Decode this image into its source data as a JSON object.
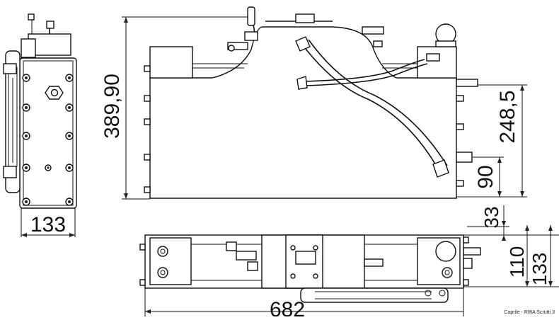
{
  "dimensions": {
    "height_total": "389,90",
    "height_right": "248,5",
    "height_fitting": "90",
    "width_side": "133",
    "width_bottom": "682",
    "depth_top_offset": "33",
    "depth_mid": "110",
    "depth_total": "133"
  },
  "corner_note": "Caprile - RWA Scrutti 3"
}
